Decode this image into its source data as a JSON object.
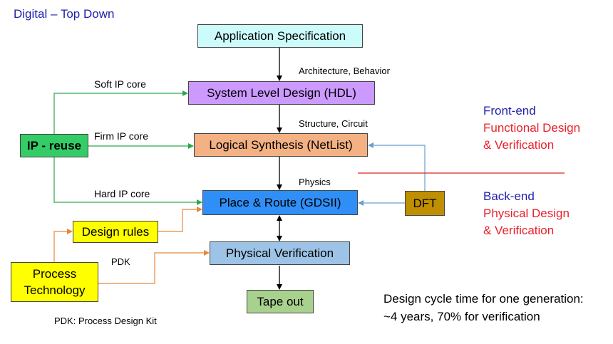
{
  "title": "Digital – Top Down",
  "boxes": {
    "app_spec": "Application Specification",
    "system_level": "System Level Design (HDL)",
    "logical_synthesis": "Logical Synthesis (NetList)",
    "place_route": "Place & Route (GDSII)",
    "physical_verification": "Physical Verification",
    "tape_out": "Tape out",
    "ip_reuse": "IP - reuse",
    "design_rules": "Design rules",
    "process_technology": "Process Technology",
    "dft": "DFT"
  },
  "edge_labels": {
    "architecture": "Architecture, Behavior",
    "structure": "Structure, Circuit",
    "physics": "Physics",
    "soft_ip": "Soft IP core",
    "firm_ip": "Firm IP core",
    "hard_ip": "Hard IP core",
    "pdk": "PDK"
  },
  "side_notes": {
    "front_end": "Front-end",
    "front_end_desc_1": "Functional Design",
    "front_end_desc_2": "& Verification",
    "back_end": "Back-end",
    "back_end_desc_1": "Physical Design",
    "back_end_desc_2": "& Verification"
  },
  "footnotes": {
    "pdk_def": "PDK: Process Design Kit",
    "cycle_1": "Design cycle time for one generation:",
    "cycle_2": "~4 years, 70% for verification"
  },
  "colors": {
    "title_blue": "#1f1faa",
    "red_text": "#e8202a",
    "green_line": "#2ea64d",
    "orange_line": "#e8873a",
    "blue_line": "#6a9fd0",
    "separator": "#e02020"
  }
}
